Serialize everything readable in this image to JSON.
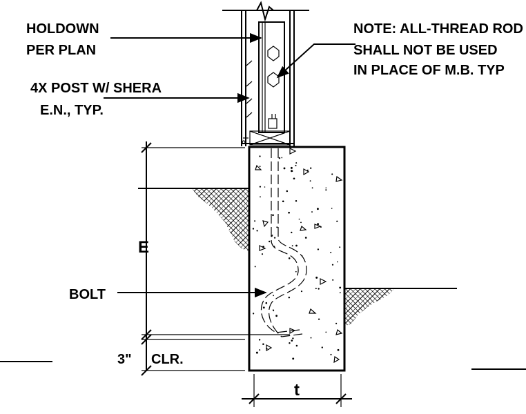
{
  "labels": {
    "holdown_line1": "HOLDOWN",
    "holdown_line2": "PER PLAN",
    "post_line1": "4X POST W/ SHERA",
    "post_line2": "E.N., TYP.",
    "note_line1": "NOTE: ALL-THREAD ROD",
    "note_line2": "SHALL NOT BE USED",
    "note_line3": "IN PLACE OF M.B. TYP",
    "embed": "E",
    "bolt": "BOLT",
    "clearance_value": "3\"",
    "clearance_unit": "CLR.",
    "width": "t"
  },
  "colors": {
    "ink": "#000000",
    "paper": "#ffffff"
  }
}
